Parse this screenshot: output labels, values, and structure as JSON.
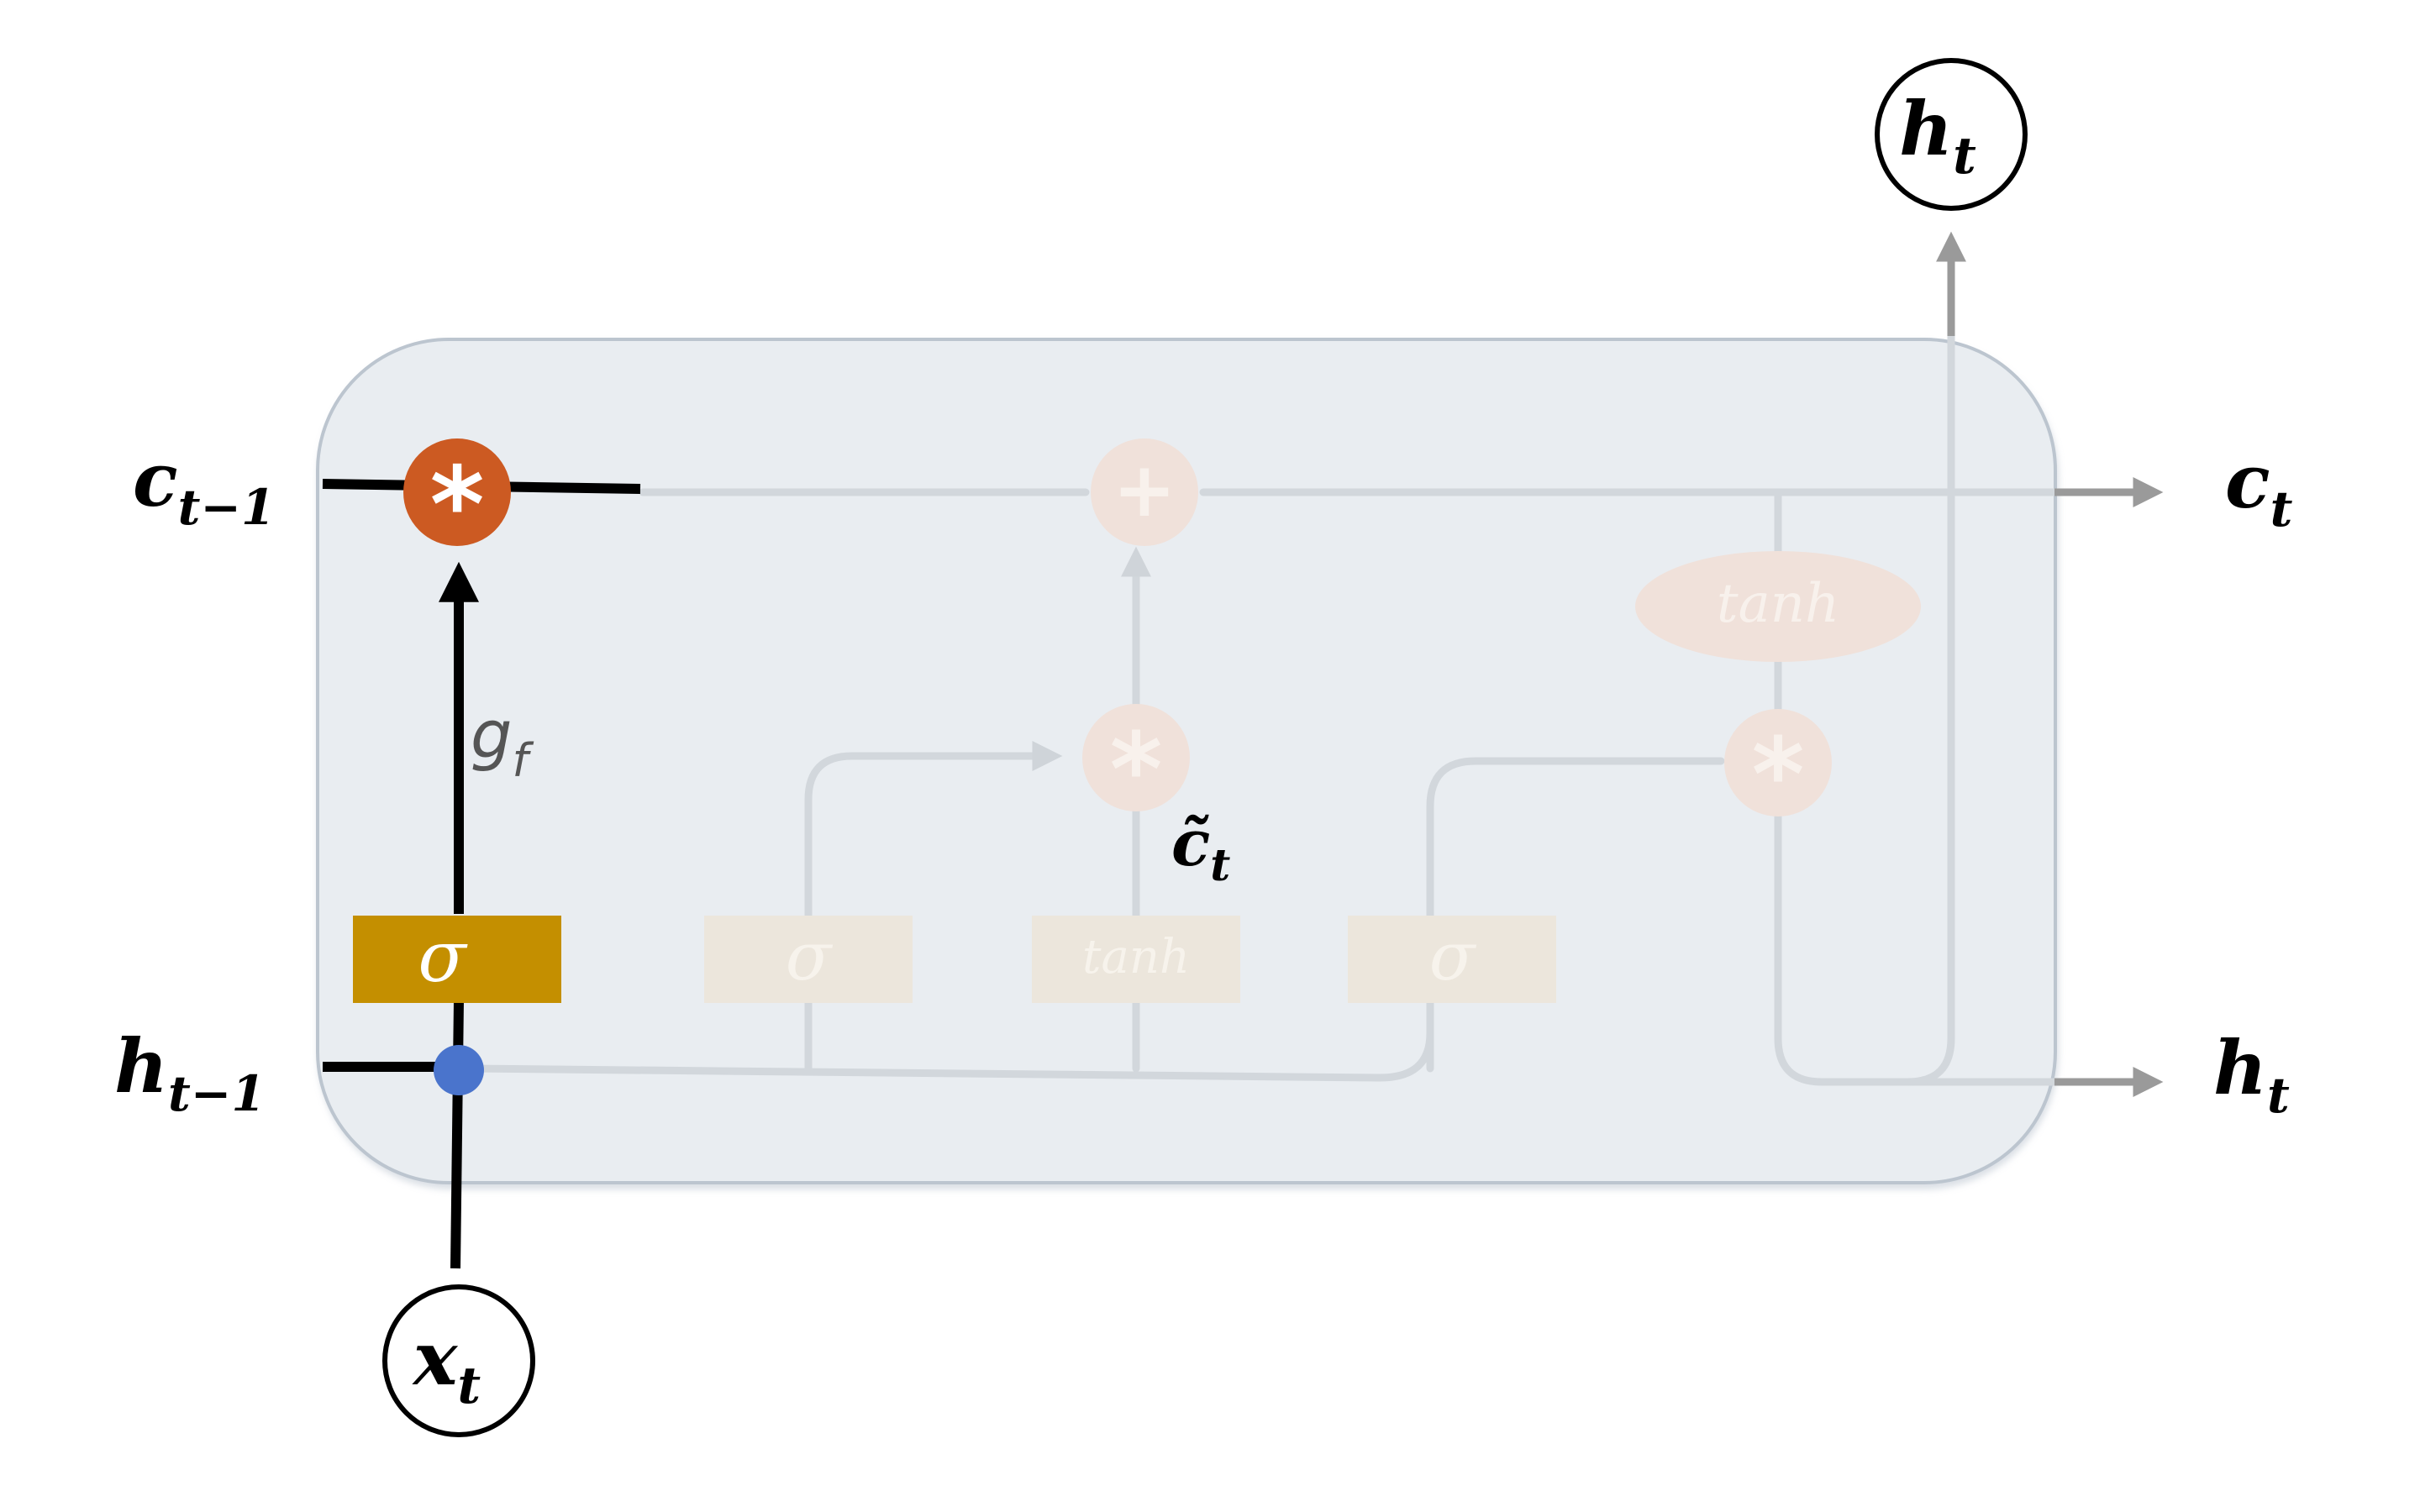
{
  "labels": {
    "c_prev_base": "c",
    "c_prev_sub": "t−1",
    "c_out_base": "c",
    "c_out_sub": "t",
    "h_prev_base": "h",
    "h_prev_sub": "t−1",
    "h_out_right_base": "h",
    "h_out_right_sub": "t",
    "h_out_top_base": "h",
    "h_out_top_sub": "t",
    "x_in_base": "x",
    "x_in_sub": "t",
    "c_tilde_base": "c̃",
    "c_tilde_sub": "t",
    "g_f_base": "g",
    "g_f_sub": "f"
  },
  "gates": {
    "forget_sigma": "σ",
    "input_sigma": "σ",
    "candidate_tanh": "tanh",
    "output_sigma": "σ",
    "cell_tanh": "tanh"
  },
  "operators": {
    "forget_mult": "*",
    "cell_add": "+",
    "input_mult": "*",
    "output_mult": "*"
  },
  "colors": {
    "highlight_path": "#000000",
    "forget_gate_fill": "#c48f00",
    "forget_mult_fill": "#cc5a22",
    "junction_fill": "#4a74cc",
    "cell_box_fill": "#e9edf1",
    "cell_box_stroke": "#b8c2ce",
    "faded_line": "#cfd4d9",
    "faded_node": "#f0e1da",
    "faded_gate": "#ece6dc",
    "arrow_grey": "#9a9a9a"
  }
}
